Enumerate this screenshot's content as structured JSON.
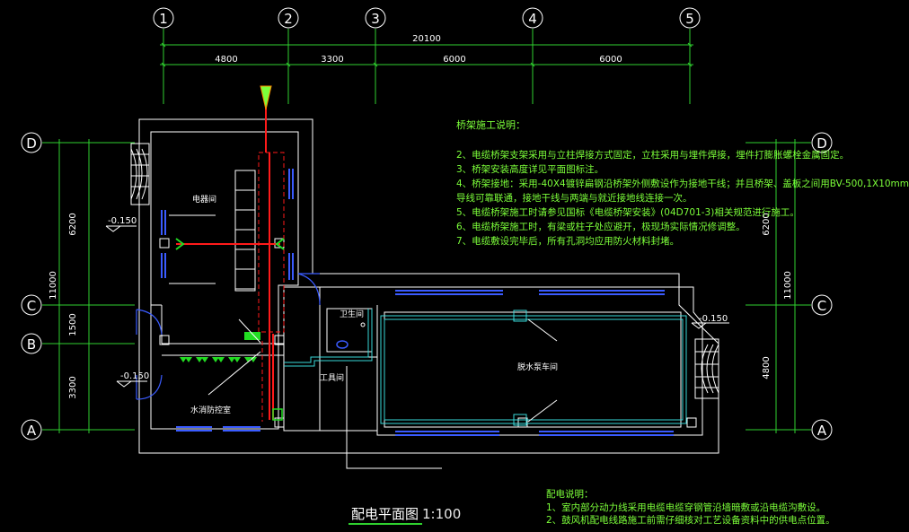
{
  "axes_top": [
    "1",
    "2",
    "3",
    "4",
    "5"
  ],
  "axes_side": [
    "D",
    "C",
    "B",
    "A"
  ],
  "dim_total": "20100",
  "dims_top": [
    "4800",
    "3300",
    "6000",
    "6000"
  ],
  "dims_left": [
    "6200",
    "1500",
    "3300"
  ],
  "dim_left_total": "11000",
  "dims_right": [
    "6200",
    "4800"
  ],
  "dim_right_total": "11000",
  "levels": [
    "-0.150",
    "-0.150",
    "-0.150"
  ],
  "rooms": {
    "electrical": "电器间",
    "bathroom": "卫生间",
    "tools": "工具间",
    "pump": "水消防控室",
    "main": "脱水泵车间"
  },
  "bridge_notes": {
    "title": "桥架施工说明：",
    "lines": [
      "2、电缆桥架支架采用与立柱焊接方式固定，立柱采用与埋件焊接，埋件打膨胀螺栓金属固定。",
      "3、桥架安装高度详见平面图标注。",
      "4、桥架接地：采用-40X4镀锌扁钢沿桥架外侧敷设作为接地干线；并且桥架、盖板之间用BV-500,1X10mm",
      "   导线可靠联通，接地干线与两端与就近接地线连接一次。",
      "5、电缆桥架施工时请参见国标《电缆桥架安装》(04D701-3)相关规范进行施工。",
      "6、电缆桥架施工时，有梁或柱子处应避开，极现场实际情况修调整。",
      "7、电缆敷设完毕后，所有孔洞均应用防火材料封堵。"
    ]
  },
  "elec_notes": {
    "title": "配电说明：",
    "lines": [
      "1、室内部分动力线采用电缆电缆穿钢管沿墙暗敷或沿电缆沟敷设。",
      "2、鼓风机配电线路施工前需仔细核对工艺设备资料中的供电点位置。"
    ]
  },
  "title": "配电平面图",
  "scale": "1:100",
  "colors": {
    "background": "#000000",
    "axis_lines": "#2fd12f",
    "walls": "#ffffff",
    "windows": "#3a5bff",
    "bridge_red": "#ff1a1a",
    "notes_text": "#7cff3a",
    "fixtures": "#22dd22",
    "cyan": "#39d9d9"
  }
}
